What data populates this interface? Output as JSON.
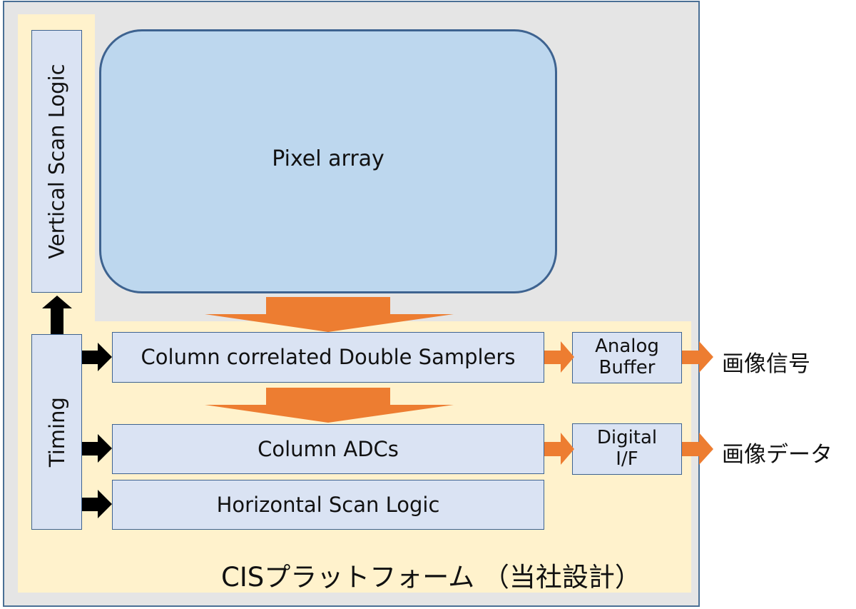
{
  "diagram": {
    "pixel_array": "Pixel array",
    "vertical_scan_logic": "Vertical Scan Logic",
    "timing": "Timing",
    "cds": "Column correlated Double Samplers",
    "column_adcs": "Column ADCs",
    "horizontal_scan_logic": "Horizontal Scan Logic",
    "analog_buffer": {
      "line1": "Analog",
      "line2": "Buffer"
    },
    "digital_if": {
      "line1": "Digital",
      "line2": "I/F"
    },
    "output_image_signal": "画像信号",
    "output_image_data": "画像データ",
    "platform_label": "CISプラットフォーム （当社設計）"
  },
  "colors": {
    "chip_background": "#e5e5e5",
    "platform_shade": "#fff2cc",
    "block_fill": "#dae3f3",
    "pixel_array_fill": "#bdd7ee",
    "border": "#3e6390",
    "orange_arrow": "#ed7d31",
    "black_arrow": "#000000"
  }
}
